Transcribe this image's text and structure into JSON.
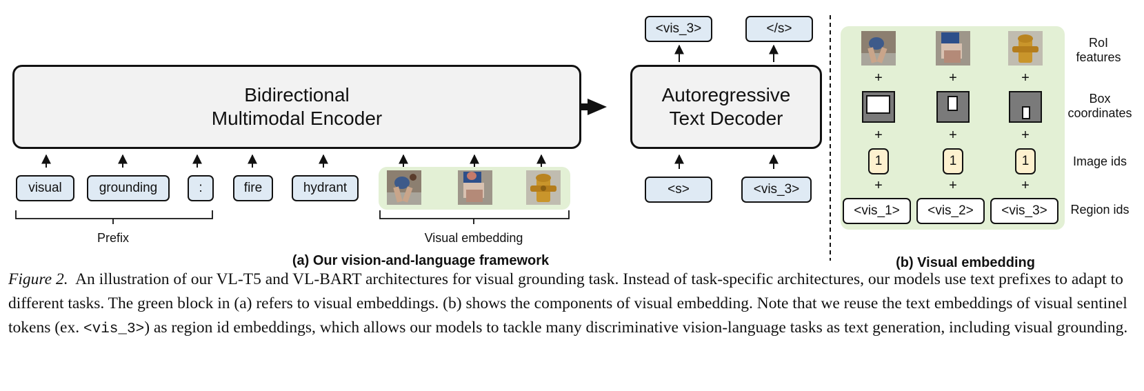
{
  "encoder": {
    "line1": "Bidirectional",
    "line2": "Multimodal Encoder"
  },
  "decoder": {
    "line1": "Autoregressive",
    "line2": "Text Decoder"
  },
  "input_tokens": [
    "visual",
    "grounding",
    ":",
    "fire",
    "hydrant"
  ],
  "decoder_inputs": [
    "<s>",
    "<vis_3>"
  ],
  "decoder_outputs": [
    "<vis_3>",
    "</s>"
  ],
  "brace_labels": {
    "prefix": "Prefix",
    "visual_embedding": "Visual embedding"
  },
  "subcaptions": {
    "a": "(a) Our vision-and-language framework",
    "b": "(b) Visual embedding"
  },
  "visual_embedding_panel": {
    "row_labels": {
      "roi": "RoI features",
      "box": "Box coordinates",
      "image_ids": "Image ids",
      "region_ids": "Region ids"
    },
    "image_id_value": "1",
    "region_ids": [
      "<vis_1>",
      "<vis_2>",
      "<vis_3>"
    ],
    "plus": "+"
  },
  "caption": {
    "figure_label": "Figure 2.",
    "text_part1": "An illustration of our VL-T5 and VL-BART architectures for visual grounding task. Instead of task-specific architectures, our models use text prefixes to adapt to different tasks. The green block in (a) refers to visual embeddings. (b) shows the components of visual embedding. Note that we reuse the text embeddings of visual sentinel tokens (ex. ",
    "code": "<vis_3>",
    "text_part2": ") as region id embeddings, which allows our models to tackle many discriminative vision-language tasks as text generation, including visual grounding."
  },
  "colors": {
    "token_fill": "#dfeaf4",
    "green_block": "#e3f0d5",
    "id_fill": "#fdf1cf",
    "box_gray": "#7a7a7a"
  }
}
